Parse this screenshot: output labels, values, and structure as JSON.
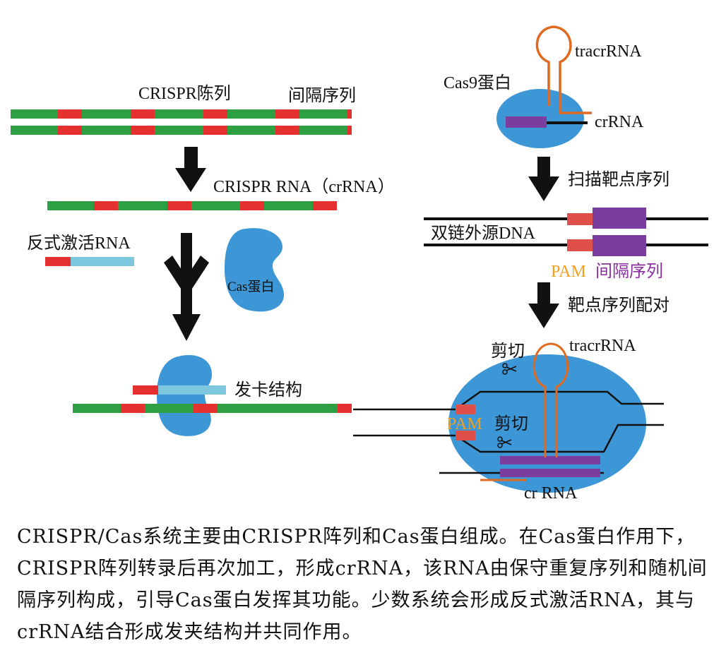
{
  "labels": {
    "crispr_array": "CRISPR陈列",
    "spacer": "间隔序列",
    "crrna_title": "CRISPR RNA（crRNA）",
    "anti_rna": "反式激活RNA",
    "cas_protein": "Cas蛋白",
    "hairpin": "发卡结构",
    "cas9_protein": "Cas9蛋白",
    "tracrrna_top": "tracrRNA",
    "crrna_top": "crRNA",
    "scan": "扫描靶点序列",
    "foreign_dna": "双链外源DNA",
    "pam": "PAM",
    "pam_spacer": "间隔序列",
    "pairing": "靶点序列配对",
    "cut_top": "剪切",
    "tracrrna_bottom": "tracrRNA",
    "pam_bottom": "PAM",
    "cut_bottom": "剪切",
    "crrna_bottom": "cr RNA"
  },
  "caption": "CRISPR/Cas系统主要由CRISPR阵列和Cas蛋白组成。在Cas蛋白作用下，CRISPR阵列转录后再次加工，形成crRNA，该RNA由保守重复序列和随机间隔序列构成，引导Cas蛋白发挥其功能。少数系统会形成反式激活RNA，其与crRNA结合形成发夹结构并共同作用。",
  "colors": {
    "repeat_green": "#2ea043",
    "spacer_red": "#e53030",
    "cas_blue": "#3d96d6",
    "rna_cyan": "#7ec8df",
    "purple": "#7b3d9e",
    "pam_red": "#e0504a",
    "tracr_orange": "#e06a20",
    "pam_orange": "#f0a020"
  }
}
